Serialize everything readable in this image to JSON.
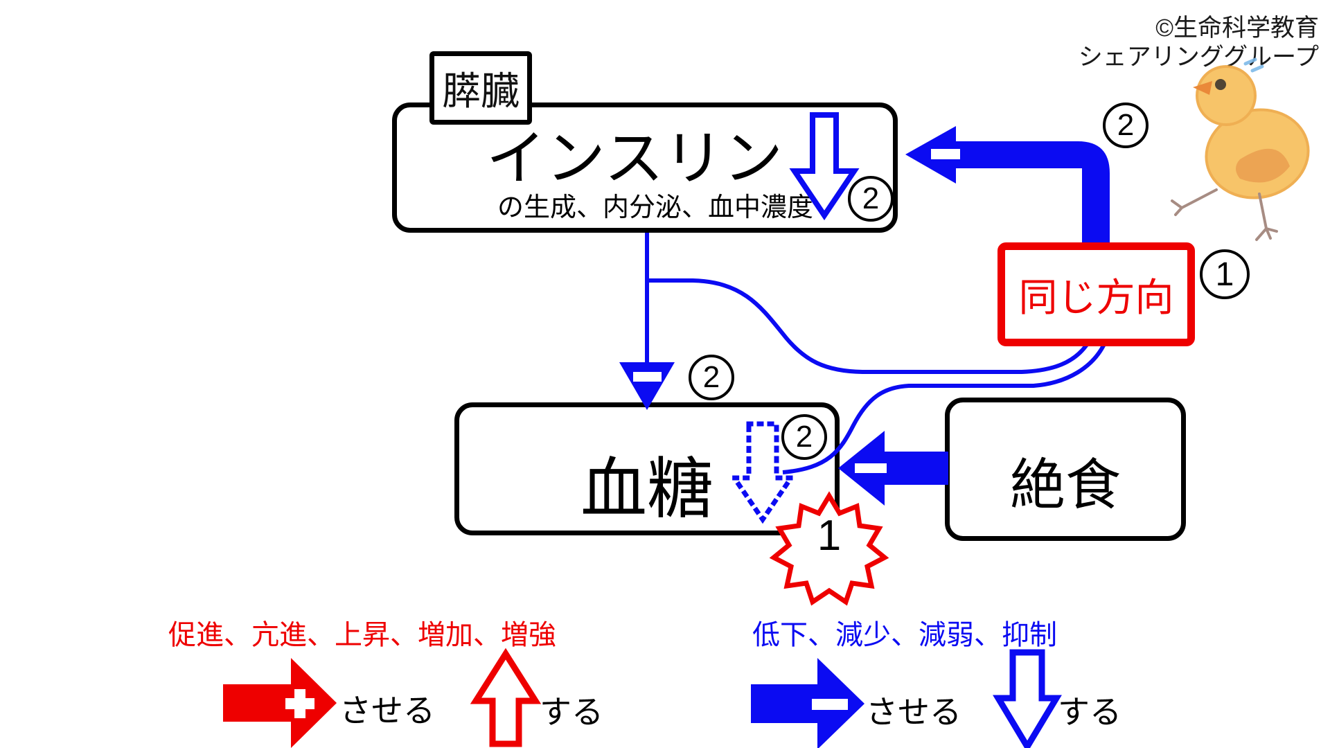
{
  "colors": {
    "blue": "#0b0bf2",
    "red": "#ee0000"
  },
  "header": {
    "copyright_line1": "©生命科学教育",
    "copyright_line2": "シェアリンググループ"
  },
  "boxes": {
    "pancreas_label": "膵臓",
    "insulin_title": "インスリン",
    "insulin_subtitle": "の生成、内分泌、血中濃度",
    "blood_sugar": "血糖",
    "fasting": "絶食",
    "same_direction": "同じ方向"
  },
  "markers": {
    "step1": "1",
    "step2": "2",
    "burst1": "1"
  },
  "legend": {
    "increase_words": "促進、亢進、上昇、増加、増強",
    "decrease_words": "低下、減少、減弱、抑制",
    "make_label": "させる",
    "become_label": "する"
  }
}
